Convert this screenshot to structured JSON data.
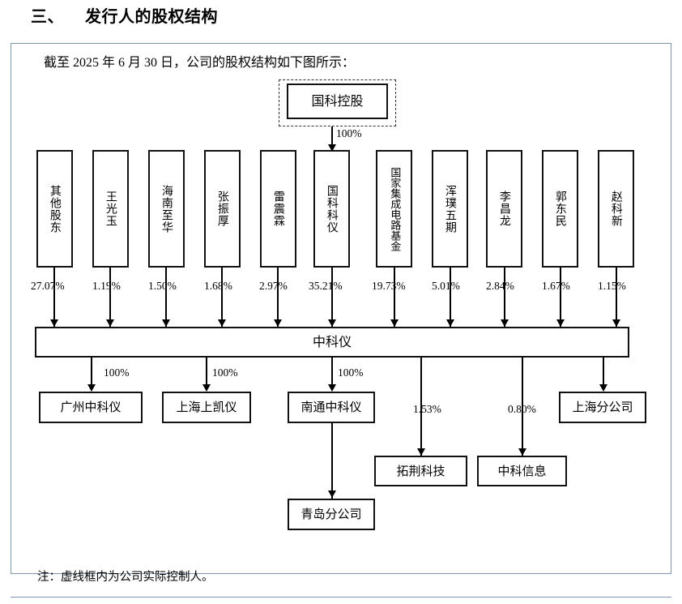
{
  "heading": {
    "number": "三、",
    "title": "发行人的股权结构"
  },
  "intro": "截至 2025 年 6 月 30 日，公司的股权结构如下图所示：",
  "note": "注：虚线框内为公司实际控制人。",
  "controller": {
    "label": "国科控股",
    "edge_to_guokeyi": "100%"
  },
  "shareholders": [
    {
      "name": "其他股东",
      "pct": "27.07%"
    },
    {
      "name": "王光玉",
      "pct": "1.19%"
    },
    {
      "name": "海南至华",
      "pct": "1.50%"
    },
    {
      "name": "张振厚",
      "pct": "1.68%"
    },
    {
      "name": "雷震霖",
      "pct": "2.97%"
    },
    {
      "name": "国科科仪",
      "pct": "35.21%"
    },
    {
      "name": "国家集成电路基金",
      "pct": "19.73%"
    },
    {
      "name": "浑璞五期",
      "pct": "5.01%"
    },
    {
      "name": "李昌龙",
      "pct": "2.84%"
    },
    {
      "name": "郭东民",
      "pct": "1.67%"
    },
    {
      "name": "赵科新",
      "pct": "1.15%"
    }
  ],
  "issuer": {
    "label": "中科仪"
  },
  "subsidiaries": [
    {
      "name": "广州中科仪",
      "pct": "100%"
    },
    {
      "name": "上海上凯仪",
      "pct": "100%"
    },
    {
      "name": "南通中科仪",
      "pct": "100%"
    },
    {
      "name": "拓荆科技",
      "pct": "1.53%"
    },
    {
      "name": "中科信息",
      "pct": "0.80%"
    },
    {
      "name": "上海分公司",
      "pct": ""
    }
  ],
  "grandchild": {
    "name": "青岛分公司",
    "pct": ""
  },
  "colors": {
    "line": "#000000",
    "frame": "#8096b0",
    "background": "#ffffff"
  }
}
